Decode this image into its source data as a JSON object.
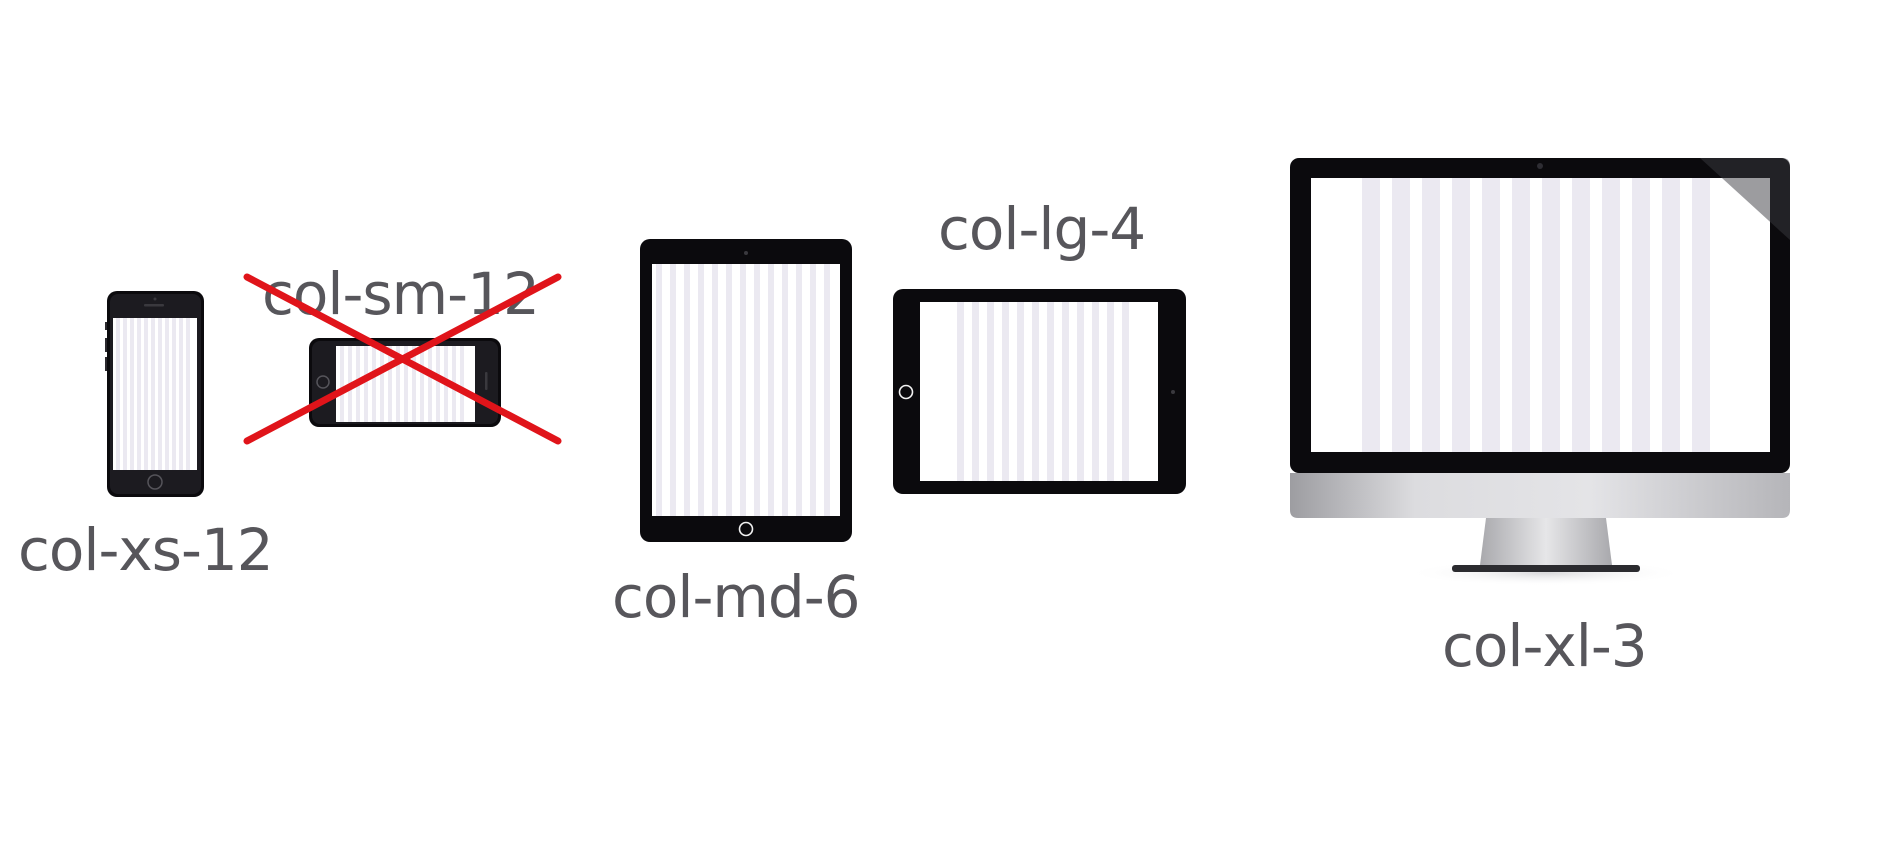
{
  "breakpoints": [
    {
      "id": "xs",
      "label": "col-xs-12",
      "device": "phone-portrait",
      "crossed_out": false
    },
    {
      "id": "sm",
      "label": "col-sm-12",
      "device": "phone-landscape",
      "crossed_out": true
    },
    {
      "id": "md",
      "label": "col-md-6",
      "device": "tablet-portrait",
      "crossed_out": false
    },
    {
      "id": "lg",
      "label": "col-lg-4",
      "device": "tablet-landscape",
      "crossed_out": false
    },
    {
      "id": "xl",
      "label": "col-xl-3",
      "device": "desktop-monitor",
      "crossed_out": false
    }
  ],
  "colors": {
    "label": "#57565b",
    "device_body": "#0b0a0d",
    "screen": "#ffffff",
    "grid_stripe": "#ebe9f1",
    "cross": "#e0141a",
    "monitor_chin": "#c9c9cc",
    "monitor_stand": "#bdbdc0"
  },
  "icons": {
    "xs": "smartphone-icon",
    "sm": "smartphone-landscape-icon",
    "md": "tablet-icon",
    "lg": "tablet-landscape-icon",
    "xl": "desktop-monitor-icon",
    "cross": "cross-out-mark"
  }
}
